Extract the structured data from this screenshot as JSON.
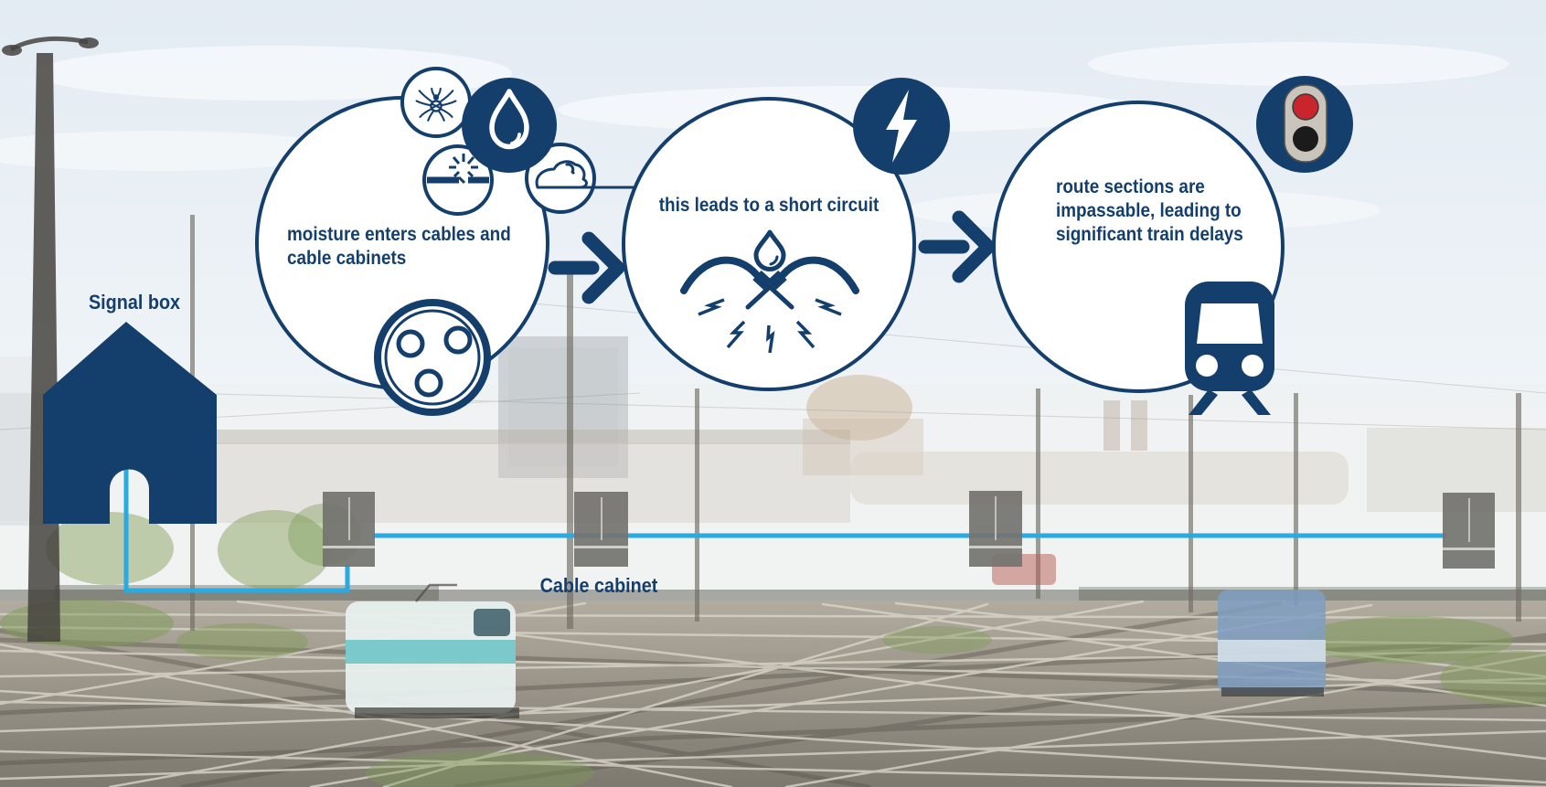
{
  "colors": {
    "navy": "#143F6D",
    "cable_blue": "#29ABE2",
    "cabinet_gray": "#747370",
    "signal_red": "#C9252C",
    "signal_black": "#1B1B1B",
    "signal_body": "#C9C5BD",
    "circle_fill": "#FFFFFF"
  },
  "labels": {
    "signal_box": "Signal box",
    "cable_cabinet": "Cable cabinet"
  },
  "steps": [
    {
      "text": "moisture enters cables and\ncable cabinets",
      "icons": [
        "spider-icon",
        "water-drop-icon",
        "cable-break-icon",
        "mouse-icon",
        "cable-cross-section-icon"
      ]
    },
    {
      "text": "this leads to a short circuit",
      "icons": [
        "lightning-icon",
        "short-circuit-cables-icon"
      ]
    },
    {
      "text": "route sections are\nimpassable, leading to\nsignificant train delays",
      "icons": [
        "signal-light-icon",
        "train-icon"
      ]
    }
  ],
  "connectors": [
    "arrow-right",
    "arrow-right"
  ]
}
